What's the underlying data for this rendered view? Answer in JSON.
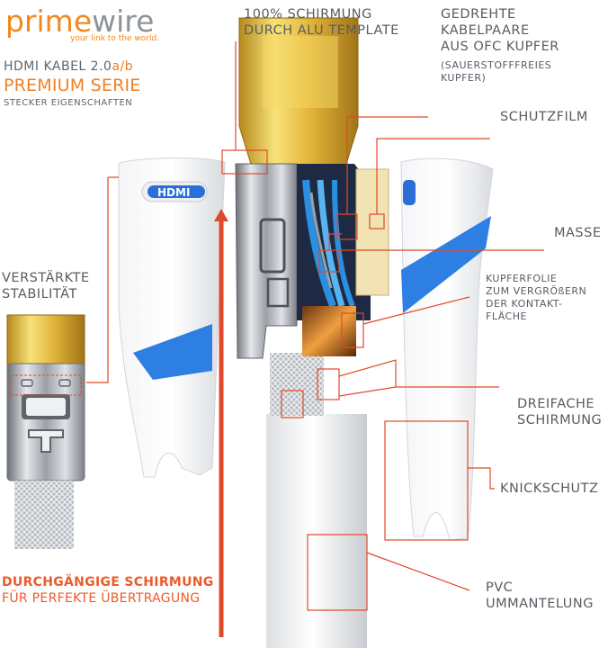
{
  "brand": {
    "logo_orange": "prime",
    "logo_grey": "wire",
    "tagline": "your link to the world."
  },
  "product": {
    "title_prefix": "HDMI KABEL 2.0",
    "title_version": "a/b",
    "series": "PREMIUM SERIE",
    "features_heading": "STECKER EIGENSCHAFTEN"
  },
  "labels": {
    "shielding_alu": [
      "100% SCHIRMUNG",
      "DURCH ALU TEMPLATE"
    ],
    "twisted_pairs": [
      "GEDREHTE",
      "KABELPAARE",
      "AUS OFC KUPFER"
    ],
    "twisted_pairs_note": [
      "(SAUERSTOFFFREIES",
      "KUPFER)"
    ],
    "protective_film": "SCHUTZFILM",
    "ground": "MASSE",
    "copper_foil": [
      "KUPFERFOLIE",
      "ZUM VERGRÖßERN",
      "DER KONTAKT-",
      "FLÄCHE"
    ],
    "triple_shielding": [
      "DREIFACHE",
      "SCHIRMUNG"
    ],
    "strain_relief": "KNICKSCHUTZ",
    "pvc_jacket": [
      "PVC",
      "UMMANTELUNG"
    ],
    "reinforced_stability": [
      "VERSTÄRKTE",
      "STABILITÄT"
    ]
  },
  "shell_logo": "HDMI",
  "bottom_caption": {
    "line1": "DURCHGÄNGIGE SCHIRMUNG",
    "line2": "FÜR PERFEKTE ÜBERTRAGUNG"
  },
  "colors": {
    "accent_orange": "#f07f22",
    "callout_red": "#e0492a",
    "stripe_blue": "#2d7fe3",
    "gold": "#e9c24a",
    "text_grey": "#575c63"
  }
}
